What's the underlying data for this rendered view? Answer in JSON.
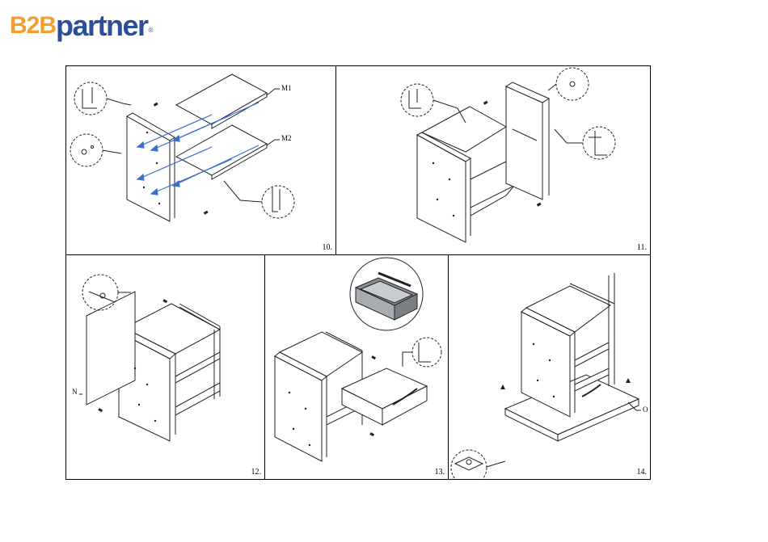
{
  "brand": {
    "prefix": "B2B",
    "name": "partner",
    "reg": "®"
  },
  "steps": [
    {
      "label": "10.",
      "parts": [
        "M1",
        "M2"
      ]
    },
    {
      "label": "11."
    },
    {
      "label": "12.",
      "parts": [
        "N"
      ]
    },
    {
      "label": "13."
    },
    {
      "label": "14.",
      "parts": [
        "O"
      ]
    }
  ],
  "colors": {
    "brand_orange": "#f0a030",
    "brand_blue": "#2d4f9a",
    "arrow_blue": "#3a6fc8"
  }
}
